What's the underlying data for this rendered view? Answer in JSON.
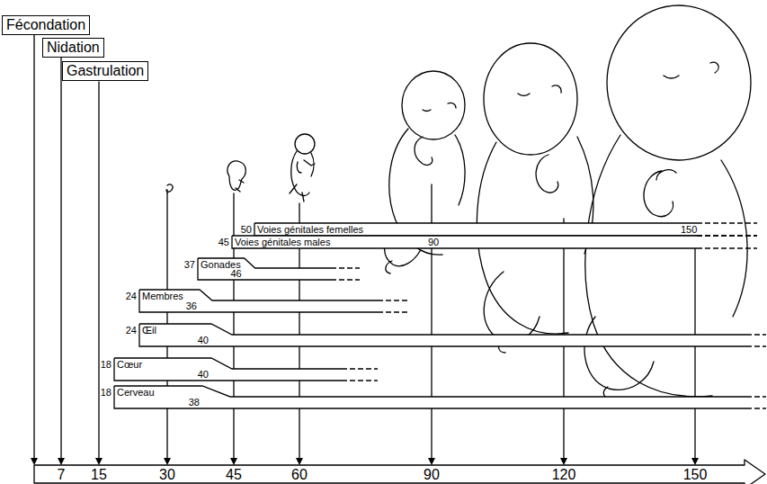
{
  "diagram": {
    "nodes": [
      {
        "text": [
          "Fécondation"
        ]
      },
      {
        "text": [
          "Nidation"
        ]
      },
      {
        "text": [
          "Gastrulation"
        ]
      },
      {
        "text": [
          "50",
          "Voies génitales femelles",
          "150"
        ]
      },
      {
        "text": [
          "45",
          "Voies génitales males",
          "90"
        ]
      },
      {
        "text": [
          "37",
          "Gonades",
          "46"
        ]
      },
      {
        "text": [
          "24",
          "Membres",
          "36"
        ]
      },
      {
        "text": [
          "24",
          "Œil",
          "40"
        ]
      },
      {
        "text": [
          "18",
          "Cœur",
          "40"
        ]
      },
      {
        "text": [
          "18",
          "Cerveau",
          "38"
        ]
      }
    ],
    "labels": [
      "7",
      "15",
      "30",
      "45",
      "60",
      "90",
      "120",
      "150"
    ]
  }
}
